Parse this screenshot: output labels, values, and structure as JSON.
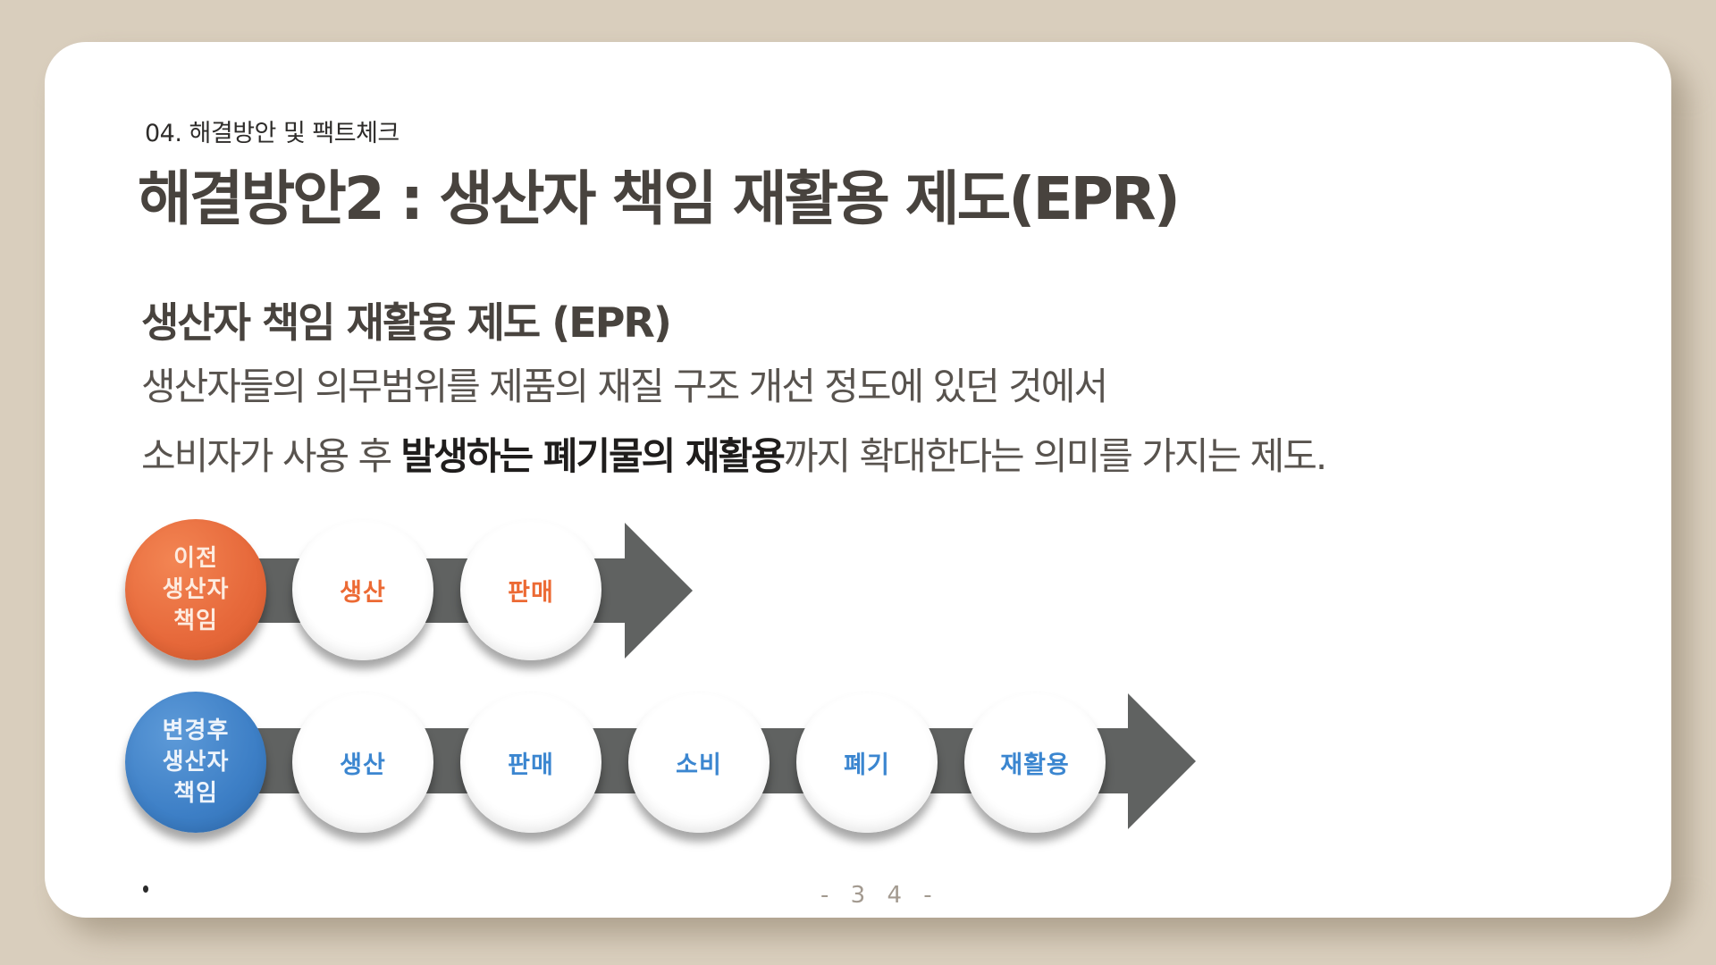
{
  "slide": {
    "section_label": "04. 해결방안 및 팩트체크",
    "title": "해결방안2 : 생산자 책임 재활용 제도(EPR)",
    "sub_heading": "생산자 책임 재활용 제도 (EPR)",
    "body": {
      "line1": "생산자들의 의무범위를 제품의 재질 구조 개선 정도에 있던 것에서",
      "line2_prefix": "소비자가 사용 후 ",
      "line2_bold": "발생하는 폐기물의 재활용",
      "line2_suffix": "까지 확대한다는 의미를 가지는 제도."
    },
    "page_number": "- 3 4 -",
    "bullet": "•"
  },
  "diagram": {
    "colors": {
      "before_accent": "#e6683a",
      "after_accent": "#3d7fc6",
      "arrow": "#606261"
    },
    "before": {
      "lead": [
        "이전",
        "생산자",
        "책임"
      ],
      "steps": [
        "생산",
        "판매"
      ]
    },
    "after": {
      "lead": [
        "변경후",
        "생산자",
        "책임"
      ],
      "steps": [
        "생산",
        "판매",
        "소비",
        "폐기",
        "재활용"
      ]
    }
  }
}
